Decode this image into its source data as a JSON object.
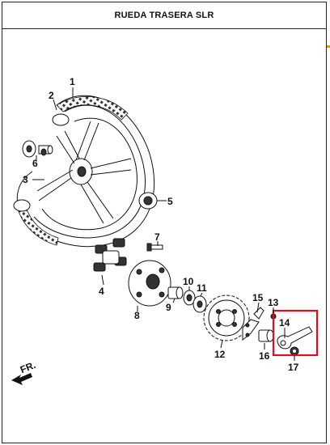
{
  "title": "RUEDA TRASERA SLR",
  "direction_label": "FR.",
  "highlight_color": "#e0101a",
  "callouts": [
    {
      "id": "1",
      "label": "1"
    },
    {
      "id": "2",
      "label": "2"
    },
    {
      "id": "3",
      "label": "3"
    },
    {
      "id": "4",
      "label": "4"
    },
    {
      "id": "5",
      "label": "5"
    },
    {
      "id": "6",
      "label": "6"
    },
    {
      "id": "7",
      "label": "7"
    },
    {
      "id": "8",
      "label": "8"
    },
    {
      "id": "9",
      "label": "9"
    },
    {
      "id": "10",
      "label": "10"
    },
    {
      "id": "11",
      "label": "11"
    },
    {
      "id": "12",
      "label": "12"
    },
    {
      "id": "13",
      "label": "13"
    },
    {
      "id": "14",
      "label": "14"
    },
    {
      "id": "15",
      "label": "15"
    },
    {
      "id": "16",
      "label": "16"
    },
    {
      "id": "17",
      "label": "17"
    }
  ]
}
